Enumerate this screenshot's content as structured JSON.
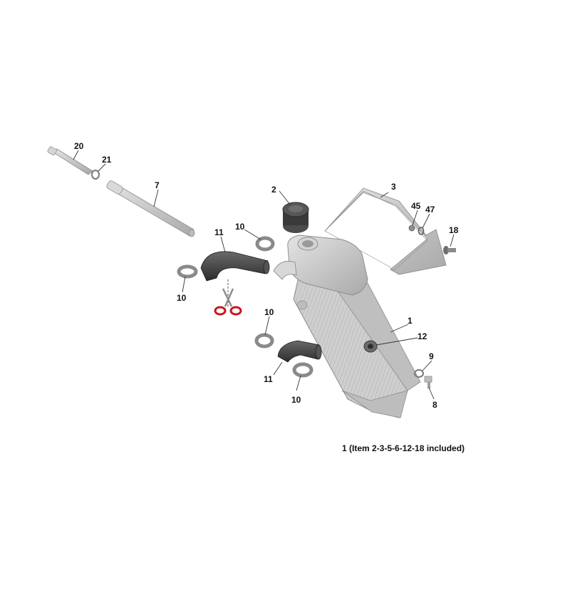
{
  "callouts": {
    "c20": "20",
    "c21": "21",
    "c7": "7",
    "c2": "2",
    "c3": "3",
    "c45": "45",
    "c47": "47",
    "c18": "18",
    "c11a": "11",
    "c10a": "10",
    "c10b": "10",
    "c1": "1",
    "c12": "12",
    "c10c": "10",
    "c11b": "11",
    "c10d": "10",
    "c9": "9",
    "c8": "8"
  },
  "footnote": "1 (Item 2-3-5-6-12-18 included)",
  "colors": {
    "part_gray": "#c9c9c9",
    "part_edge": "#8d8d8d",
    "hose_dark": "#3f3f3f",
    "scissors_red": "#c8181e"
  },
  "icons": [
    "scissors-icon"
  ]
}
